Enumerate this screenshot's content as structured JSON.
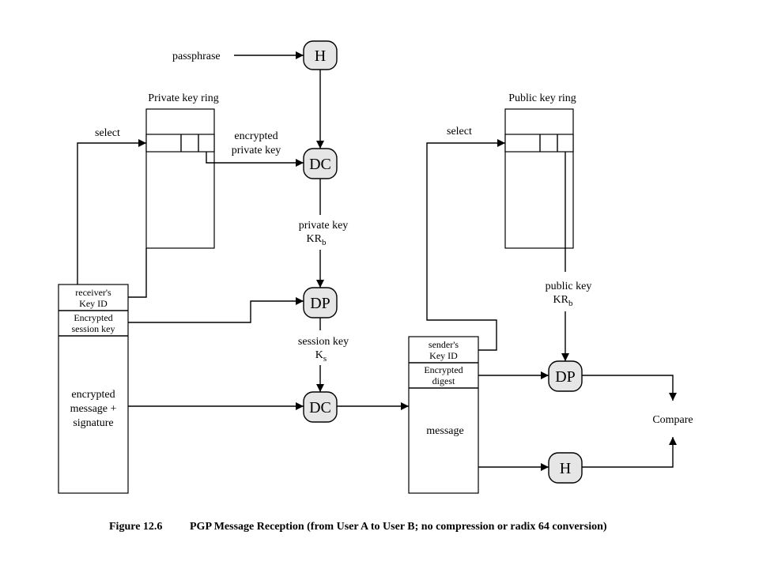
{
  "inputs": {
    "passphrase": "passphrase"
  },
  "private_key_ring": {
    "title": "Private key ring",
    "select_label": "select",
    "encrypted_private_key_line1": "encrypted",
    "encrypted_private_key_line2": "private key"
  },
  "public_key_ring": {
    "title": "Public key ring",
    "select_label": "select"
  },
  "incoming_message": {
    "receiver_key_id_line1": "receiver's",
    "receiver_key_id_line2": "Key ID",
    "encrypted_session_key_line1": "Encrypted",
    "encrypted_session_key_line2": "session key",
    "body_line1": "encrypted",
    "body_line2": "message +",
    "body_line3": "signature"
  },
  "decrypted_message": {
    "sender_key_id_line1": "sender's",
    "sender_key_id_line2": "Key ID",
    "encrypted_digest_line1": "Encrypted",
    "encrypted_digest_line2": "digest",
    "body": "message"
  },
  "labels": {
    "private_key": "private key",
    "kr_main": "KR",
    "kr_sub": "b",
    "session_key": "session key",
    "ks_main": "K",
    "ks_sub": "s",
    "public_key": "public key",
    "kr_pub_main": "KR",
    "kr_pub_sub": "b",
    "compare": "Compare"
  },
  "nodes": {
    "hash_top": "H",
    "dc_private": "DC",
    "dp_session": "DP",
    "dc_message": "DC",
    "dp_digest": "DP",
    "hash_bottom": "H"
  },
  "caption": {
    "figure": "Figure 12.6",
    "text": "PGP Message Reception (from User A to User B; no compression or radix 64 conversion)"
  }
}
